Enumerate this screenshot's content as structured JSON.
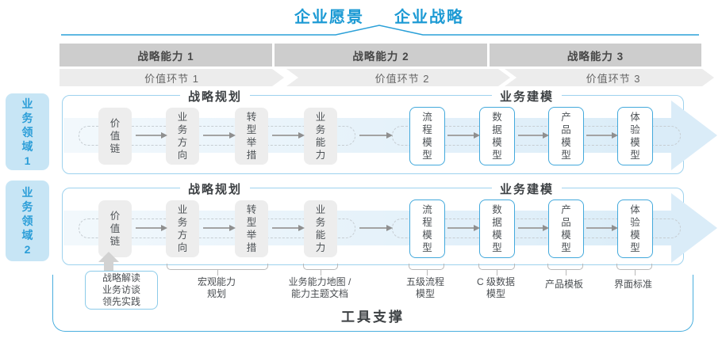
{
  "colors": {
    "accent_blue": "#1c9ad4",
    "panel_border": "#9ed2ee",
    "box_border_blue": "#43a9dc",
    "band_blue": "#daecf8",
    "bar_gray": "#cdcdcd",
    "chevron_gray": "#ececec",
    "box_gray": "#ededed",
    "tab_bg": "#c7e5f5"
  },
  "header": {
    "vision": "企业愿景",
    "strategy": "企业战略"
  },
  "capability_bars": {
    "items": [
      "战略能力 1",
      "战略能力 2",
      "战略能力 3"
    ]
  },
  "value_chain": {
    "items": [
      "价值环节 1",
      "价值环节 2",
      "价值环节 3"
    ]
  },
  "sidebar": {
    "domains": [
      "业务领域 1",
      "业务领域 2"
    ]
  },
  "flow": {
    "section_titles": [
      "战略规划",
      "业务建模"
    ],
    "strategy_boxes": [
      "价值链",
      "业务方向",
      "转型举措",
      "业务能力"
    ],
    "modeling_boxes": [
      "流程模型",
      "数据模型",
      "产品模型",
      "体验模型"
    ]
  },
  "annotations": {
    "inputs": [
      "战略解读",
      "业务访谈",
      "领先实践"
    ],
    "macro_capability": "宏观能力\n规划",
    "capability_map": "业务能力地图 /\n能力主题文档",
    "process_model": "五级流程\n模型",
    "data_model": "C 级数据\n模型",
    "product_template": "产品模板",
    "ui_standard": "界面标准"
  },
  "footer": {
    "tool_support": "工具支撑"
  }
}
